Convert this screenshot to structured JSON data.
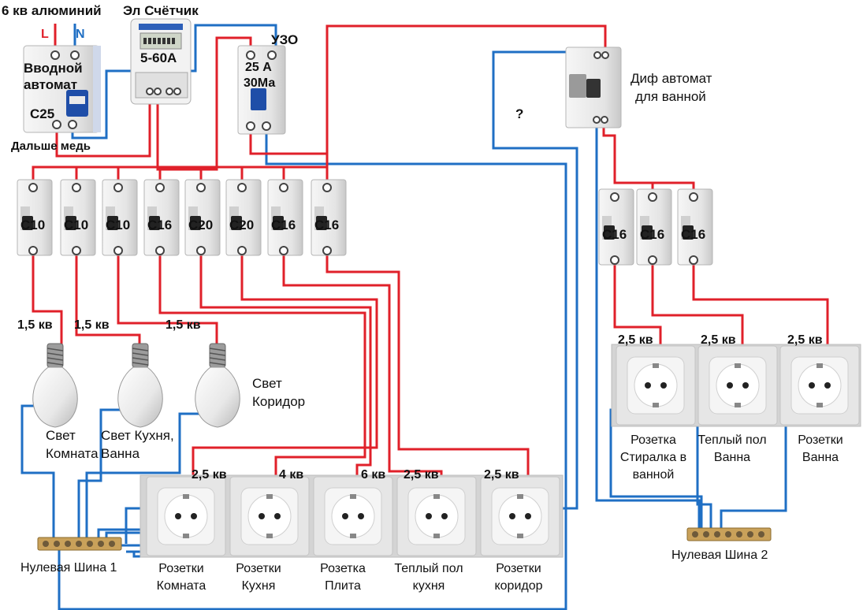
{
  "colors": {
    "phase": "#e0202a",
    "neutral": "#1f6fc4",
    "device": "#ececec",
    "device_edge": "#b9b9b9",
    "socket_frame": "#d9d9d9"
  },
  "top_labels": {
    "input_cable": "6 кв алюминий",
    "phase_L": "L",
    "neutral_N": "N",
    "meter_title": "Эл Счётчик",
    "uzo_title": "УЗО"
  },
  "main_breaker": {
    "line1": "Вводной",
    "line2": "автомат",
    "rating": "C25",
    "below": "Дальше медь"
  },
  "meter": {
    "rating": "5-60А"
  },
  "rcd": {
    "rating": "25 А",
    "sensitivity": "30Ма"
  },
  "diff_breaker": {
    "line1": "Диф автомат",
    "line2": "для ванной",
    "question": "?"
  },
  "breakers_row1": [
    "C10",
    "C10",
    "C10",
    "C16",
    "C20",
    "C20",
    "C16",
    "C16"
  ],
  "breakers_row2": [
    "C16",
    "C16",
    "C16"
  ],
  "light_cables": [
    "1,5 кв",
    "1,5 кв",
    "1,5 кв"
  ],
  "lights": [
    {
      "line1": "Свет",
      "line2": "Комната"
    },
    {
      "line1": "Свет Кухня,",
      "line2": "Ванна"
    },
    {
      "line1": "Свет",
      "line2": "Коридор"
    }
  ],
  "sockets_bottom": [
    {
      "cable": "2,5 кв",
      "line1": "Розетки",
      "line2": "Комната"
    },
    {
      "cable": "4 кв",
      "line1": "Розетки",
      "line2": "Кухня"
    },
    {
      "cable": "6 кв",
      "line1": "Розетка",
      "line2": "Плита"
    },
    {
      "cable": "2,5 кв",
      "line1": "Теплый пол",
      "line2": "кухня"
    },
    {
      "cable": "2,5 кв",
      "line1": "Розетки",
      "line2": "коридор"
    }
  ],
  "sockets_right": [
    {
      "cable": "2,5 кв",
      "line1": "Розетка",
      "line2": "Стиралка в",
      "line3": "ванной"
    },
    {
      "cable": "2,5 кв",
      "line1": "Теплый пол",
      "line2": "Ванна",
      "line3": ""
    },
    {
      "cable": "2,5 кв",
      "line1": "Розетки",
      "line2": "Ванна",
      "line3": ""
    }
  ],
  "busbars": {
    "bus1": "Нулевая Шина 1",
    "bus2": "Нулевая Шина 2"
  }
}
